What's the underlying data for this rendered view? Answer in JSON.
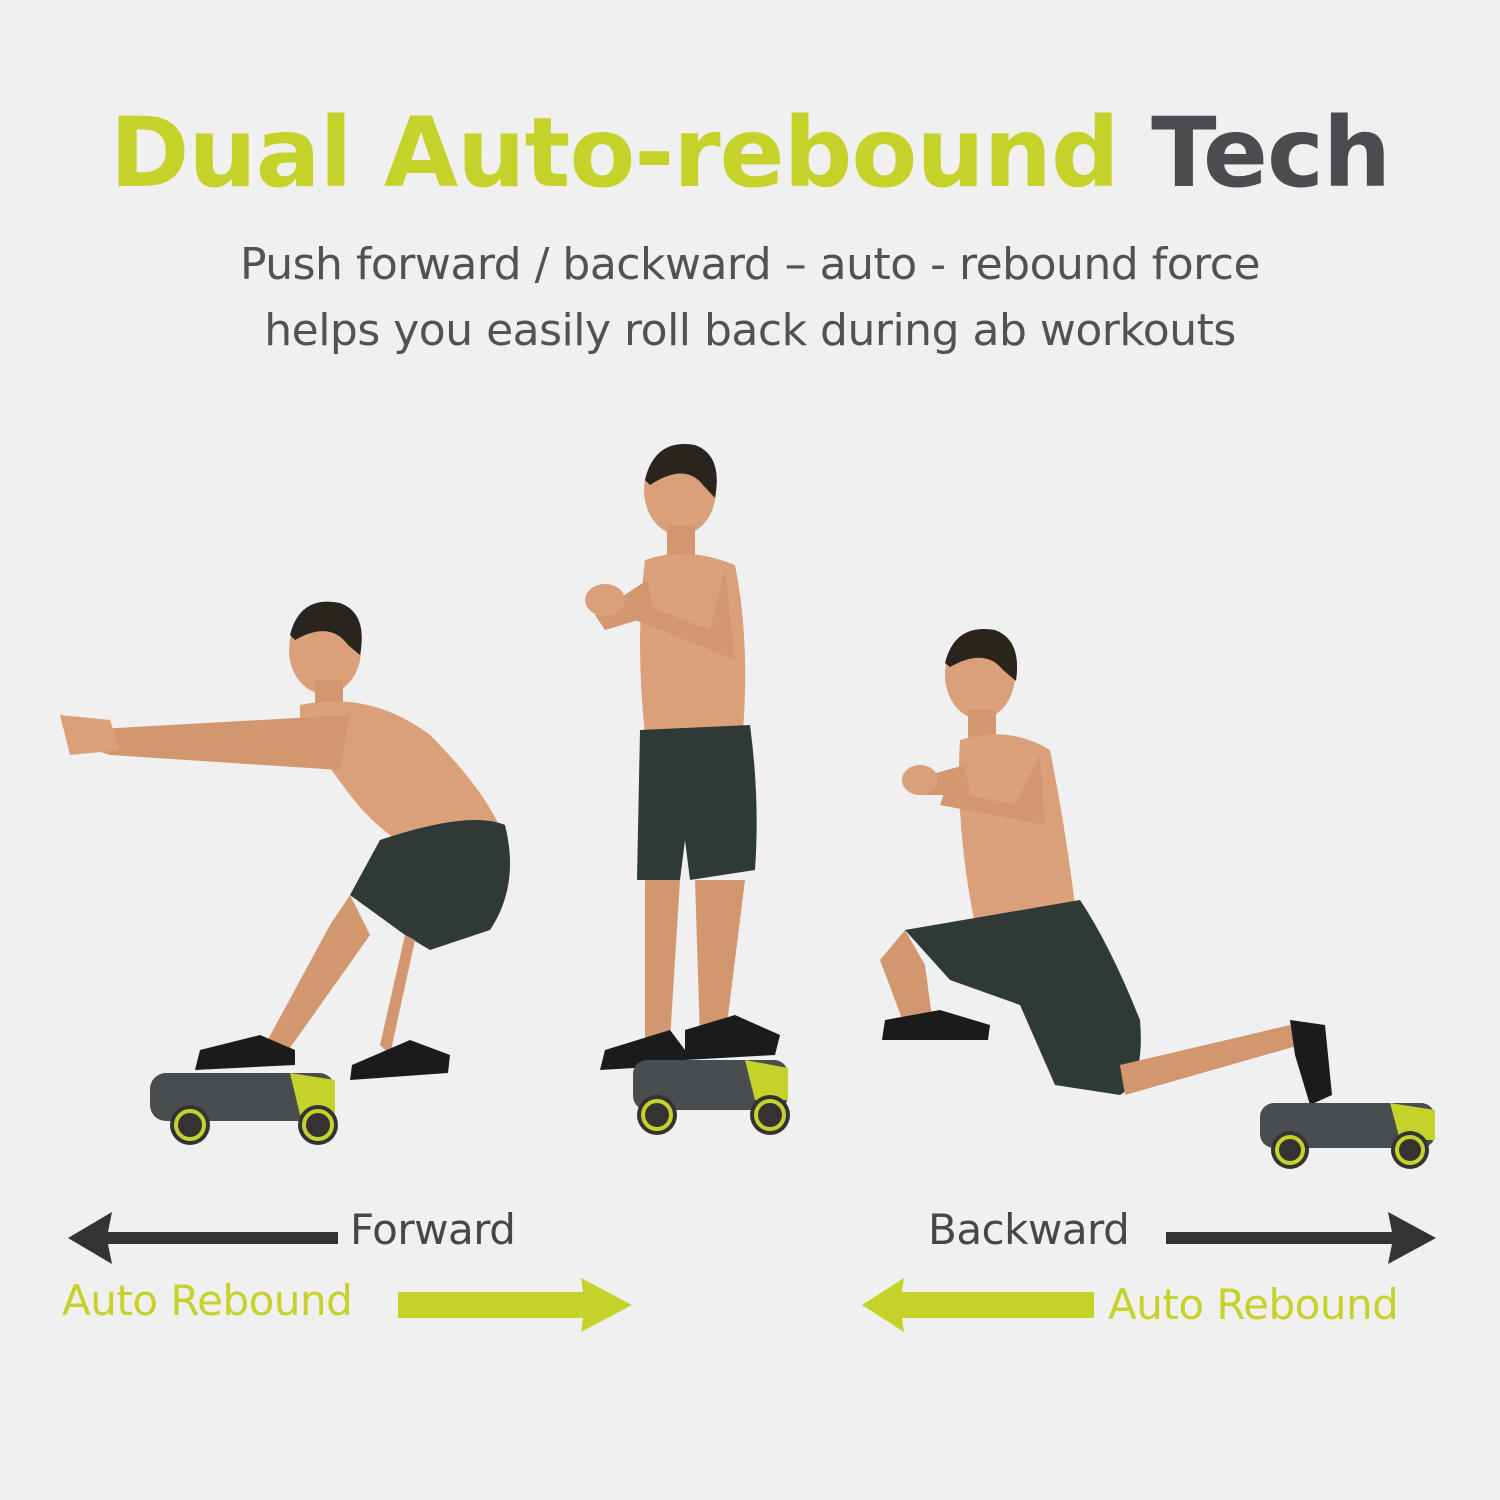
{
  "headline": {
    "accent_text": "Dual Auto-rebound",
    "dark_text": "Tech"
  },
  "subtitle": {
    "line1": "Push forward / backward – auto - rebound force",
    "line2": "helps you easily roll back during ab workouts"
  },
  "figures": [
    {
      "pose": "forward-lean",
      "description": "Man leaning forward with arms extended, front foot on roller board"
    },
    {
      "pose": "standing",
      "description": "Man standing upright with hands clasped, both feet on roller board"
    },
    {
      "pose": "lunge",
      "description": "Man in lunge position with back foot on roller board"
    }
  ],
  "directions": {
    "forward": {
      "label": "Forward",
      "arrow": "left"
    },
    "forward_rebound": {
      "label": "Auto Rebound",
      "arrow": "right"
    },
    "backward": {
      "label": "Backward",
      "arrow": "right"
    },
    "backward_rebound": {
      "label": "Auto Rebound",
      "arrow": "left"
    }
  },
  "colors": {
    "accent": "#c5d22a",
    "dark": "#45474b",
    "background": "#f0f0f0",
    "arrow_dark": "#333333",
    "shorts": "#2f3a36",
    "skin": "#d9a07a",
    "device": "#4a4d4f"
  }
}
